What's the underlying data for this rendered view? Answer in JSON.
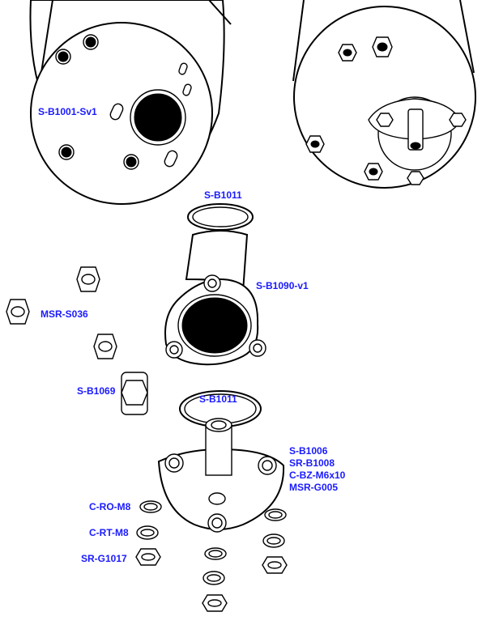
{
  "labels": {
    "sb1001": "S-B1001-Sv1",
    "sb1011_top": "S-B1011",
    "sb1090": "S-B1090-v1",
    "msr_s036": "MSR-S036",
    "sb1069": "S-B1069",
    "sb1011_bottom": "S-B1011",
    "sb1006": "S-B1006",
    "srb1008": "SR-B1008",
    "cbz": "C-BZ-M6x10",
    "msrg005": "MSR-G005",
    "cro": "C-RO-M8",
    "crt": "C-RT-M8",
    "srg1017": "SR-G1017"
  },
  "colors": {
    "label": "#1a1aff",
    "line": "#000000",
    "fill": "#ffffff"
  }
}
